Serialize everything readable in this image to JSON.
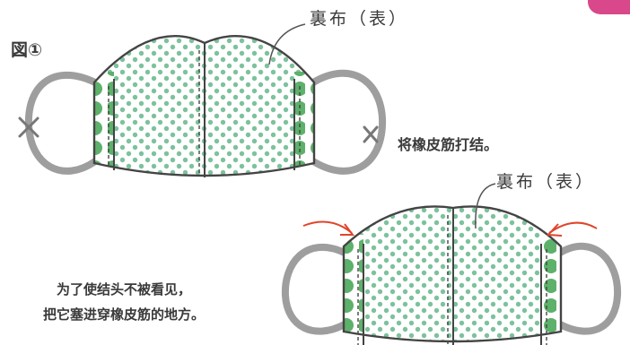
{
  "figure_label": "図①",
  "labels": {
    "fabric_top": "裏布（表）",
    "fabric_bottom": "裏布（表）",
    "tie_note": "将橡皮筋打结。",
    "hide_note_line1": "为了使结头不被看见，",
    "hide_note_line2": "把它塞进穿橡皮筋的地方。"
  },
  "colors": {
    "outline": "#444444",
    "strap": "#9e9e9e",
    "dot": "#7cc29c",
    "side_panel": "#5db16b",
    "arrow": "#e0452b",
    "corner_tab": "#d8488a"
  }
}
